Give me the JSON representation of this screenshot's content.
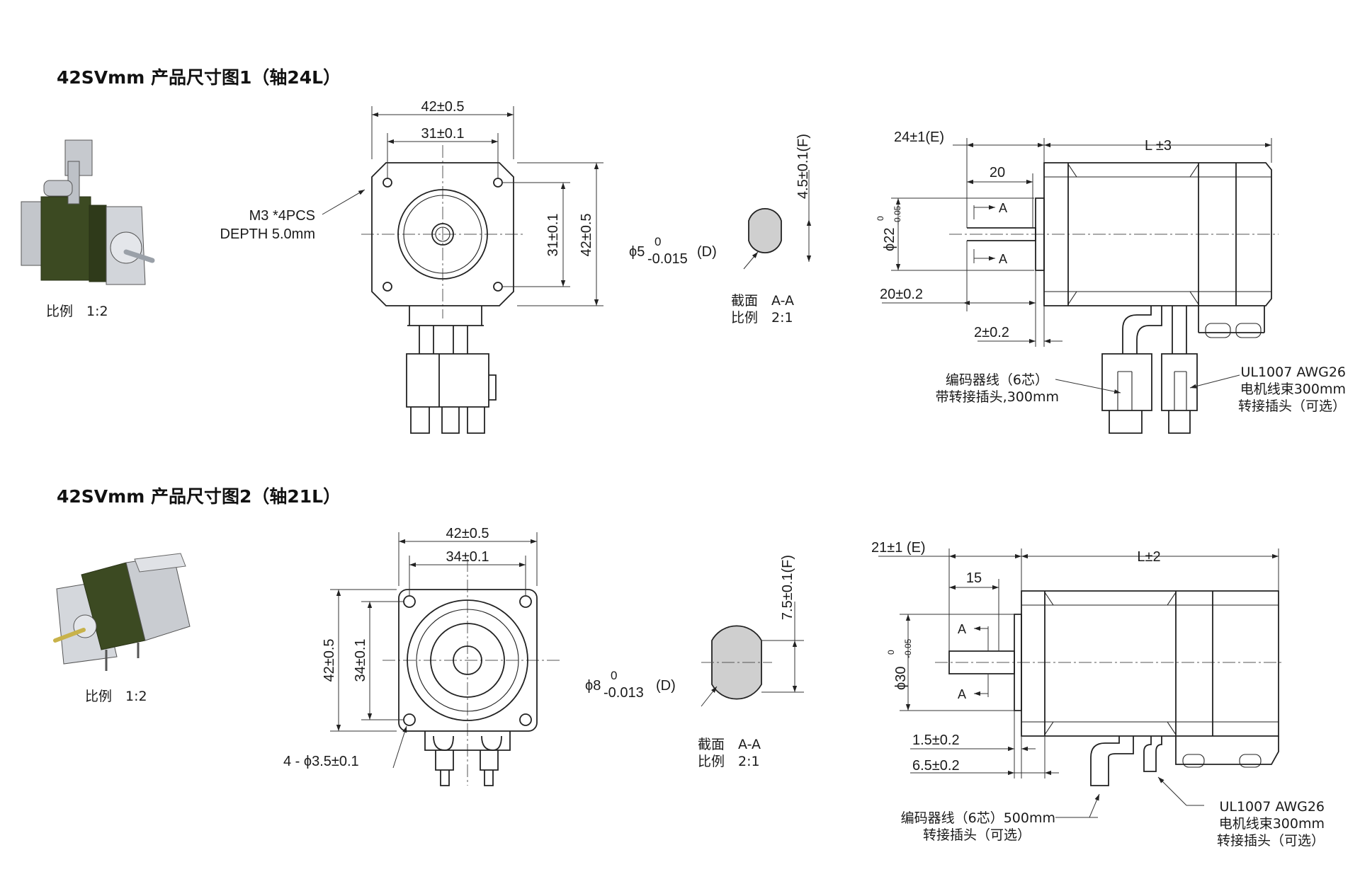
{
  "drawing1": {
    "title": "42SVmm 产品尺寸图1（轴24L）",
    "iso_scale": "比例　1:2",
    "front": {
      "dim_outer": "42±0.5",
      "dim_holes": "31±0.1",
      "dim_holes_v": "31±0.1",
      "dim_outer_v": "42±0.5",
      "hole_note_1": "M3 *4PCS",
      "hole_note_2": "DEPTH 5.0mm"
    },
    "section": {
      "dia_prefix": "ϕ5",
      "tol_upper": "0",
      "tol_lower": "-0.015",
      "dia_suffix": "(D)",
      "flat": "4.5±0.1(F)",
      "label_1": "截面　A-A",
      "label_2": "比例　2:1"
    },
    "side": {
      "dim_e": "24±1(E)",
      "dim_l": "L ±3",
      "dim_20": "20",
      "dim_dia": "ϕ22",
      "dia_tol_upper": "0",
      "dia_tol_lower": "-0.05",
      "dim_20b": "20±0.2",
      "dim_2": "2±0.2",
      "section_a": "A",
      "encoder_1": "编码器线（6芯）",
      "encoder_2": "带转接插头,300mm",
      "motor_1": "UL1007 AWG26",
      "motor_2": "电机线束300mm",
      "motor_3": "转接插头（可选）"
    }
  },
  "drawing2": {
    "title": "42SVmm 产品尺寸图2（轴21L）",
    "iso_scale": "比例　1:2",
    "front": {
      "dim_outer": "42±0.5",
      "dim_holes": "34±0.1",
      "dim_outer_v": "42±0.5",
      "dim_holes_v": "34±0.1",
      "hole_note": "4 - ϕ3.5±0.1"
    },
    "section": {
      "dia_prefix": "ϕ8",
      "tol_upper": "0",
      "tol_lower": "-0.013",
      "dia_suffix": "(D)",
      "flat": "7.5±0.1(F)",
      "label_1": "截面　A-A",
      "label_2": "比例　2:1"
    },
    "side": {
      "dim_e": "21±1 (E)",
      "dim_l": "L±2",
      "dim_15": "15",
      "dim_dia": "ϕ30",
      "dia_tol_upper": "0",
      "dia_tol_lower": "-0.05",
      "dim_15b": "1.5±0.2",
      "dim_65": "6.5±0.2",
      "section_a": "A",
      "encoder_1": "编码器线（6芯）500mm",
      "encoder_2": "转接插头（可选）",
      "motor_1": "UL1007 AWG26",
      "motor_2": "电机线束300mm",
      "motor_3": "转接插头（可选）"
    }
  },
  "colors": {
    "ink": "#222222",
    "motor_body": "#3c4a22",
    "metal": "#b8bcc2"
  }
}
